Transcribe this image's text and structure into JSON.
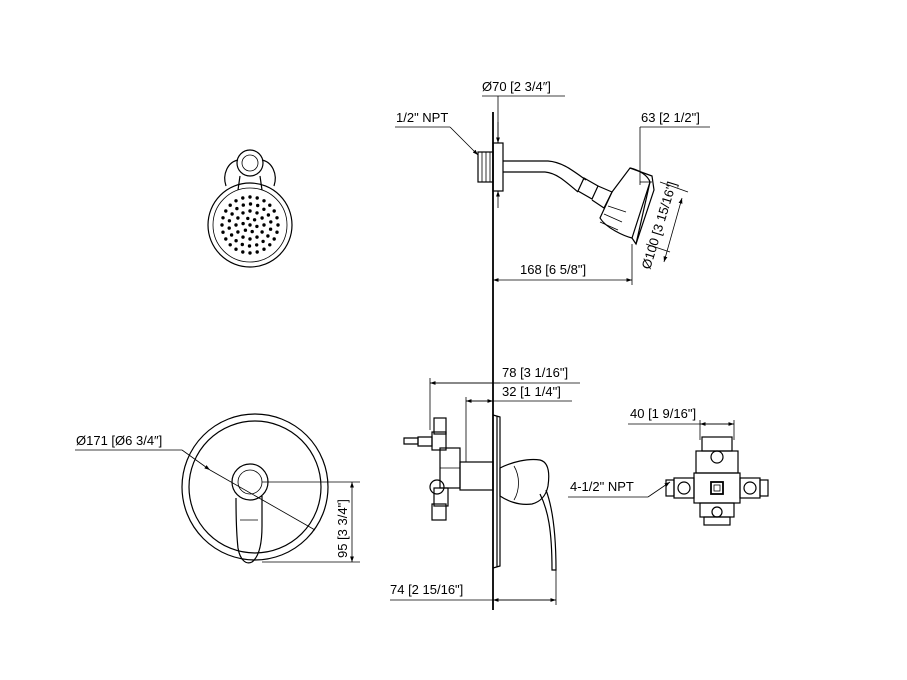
{
  "labels": {
    "head_flange_dia": "Ø70 [2 3/4″]",
    "inlet_npt": "1/2\" NPT",
    "head_face_depth": "63 [2 1/2\"]",
    "head_dia": "Ø100 [3 15/16\"]",
    "arm_reach": "168 [6  5/8\"]",
    "valve_depth_total": "78 [3 1/16\"]",
    "valve_depth_trim": "32 [1 1/4\"]",
    "trim_plate_dia": "Ø171 [Ø6 3/4″]",
    "trim_height": "95 [3 3/4\"]",
    "handle_projection": "74 [2 15/16\"]",
    "rough_in_ports": "4-1/2\"  NPT",
    "rough_in_spacing": "40 [1 9/16\"]"
  },
  "colors": {
    "line": "#000000",
    "background": "#ffffff"
  }
}
